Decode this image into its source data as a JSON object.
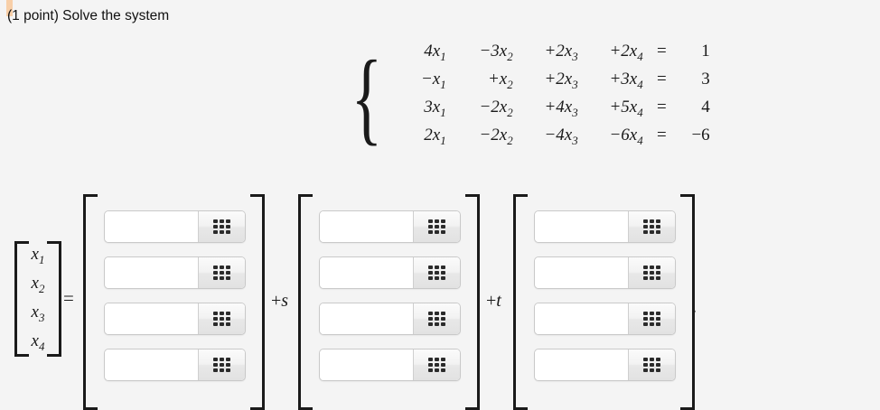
{
  "page": {
    "background_color": "#f4f4f4",
    "text_color": "#1a1a1a",
    "accent_highlight_color": "#f8cfa8"
  },
  "prompt": {
    "points_label": "(1 point)",
    "instruction": "Solve the system",
    "full_text": "(1 point) Solve the system"
  },
  "system": {
    "brace": "{",
    "equations": [
      {
        "c1": "4x",
        "c1_sub": "1",
        "c2": "−3x",
        "c2_sub": "2",
        "c3": "+2x",
        "c3_sub": "3",
        "c4": "+2x",
        "c4_sub": "4",
        "eq": "=",
        "rhs": "1"
      },
      {
        "c1": "−x",
        "c1_sub": "1",
        "c2": "+x",
        "c2_sub": "2",
        "c3": "+2x",
        "c3_sub": "3",
        "c4": "+3x",
        "c4_sub": "4",
        "eq": "=",
        "rhs": "3"
      },
      {
        "c1": "3x",
        "c1_sub": "1",
        "c2": "−2x",
        "c2_sub": "2",
        "c3": "+4x",
        "c3_sub": "3",
        "c4": "+5x",
        "c4_sub": "4",
        "eq": "=",
        "rhs": "4"
      },
      {
        "c1": "2x",
        "c1_sub": "1",
        "c2": "−2x",
        "c2_sub": "2",
        "c3": "−4x",
        "c3_sub": "3",
        "c4": "−6x",
        "c4_sub": "4",
        "eq": "=",
        "rhs": "−6"
      }
    ]
  },
  "solution": {
    "unknown_vector": {
      "entries": [
        {
          "base": "x",
          "sub": "1"
        },
        {
          "base": "x",
          "sub": "2"
        },
        {
          "base": "x",
          "sub": "3"
        },
        {
          "base": "x",
          "sub": "4"
        }
      ]
    },
    "equals_sign": "=",
    "trailing_period": ".",
    "matrices": [
      {
        "id": "particular-vector",
        "scalar_label": "",
        "fields": [
          {
            "value": "",
            "placeholder": ""
          },
          {
            "value": "",
            "placeholder": ""
          },
          {
            "value": "",
            "placeholder": ""
          },
          {
            "value": "",
            "placeholder": ""
          }
        ]
      },
      {
        "id": "s-vector",
        "scalar_plus": "+",
        "scalar_label": "s",
        "fields": [
          {
            "value": "",
            "placeholder": ""
          },
          {
            "value": "",
            "placeholder": ""
          },
          {
            "value": "",
            "placeholder": ""
          },
          {
            "value": "",
            "placeholder": ""
          }
        ]
      },
      {
        "id": "t-vector",
        "scalar_plus": "+",
        "scalar_label": "t",
        "fields": [
          {
            "value": "",
            "placeholder": ""
          },
          {
            "value": "",
            "placeholder": ""
          },
          {
            "value": "",
            "placeholder": ""
          },
          {
            "value": "",
            "placeholder": ""
          }
        ]
      }
    ],
    "keypad_icon_name": "grid-3x3-icon"
  }
}
